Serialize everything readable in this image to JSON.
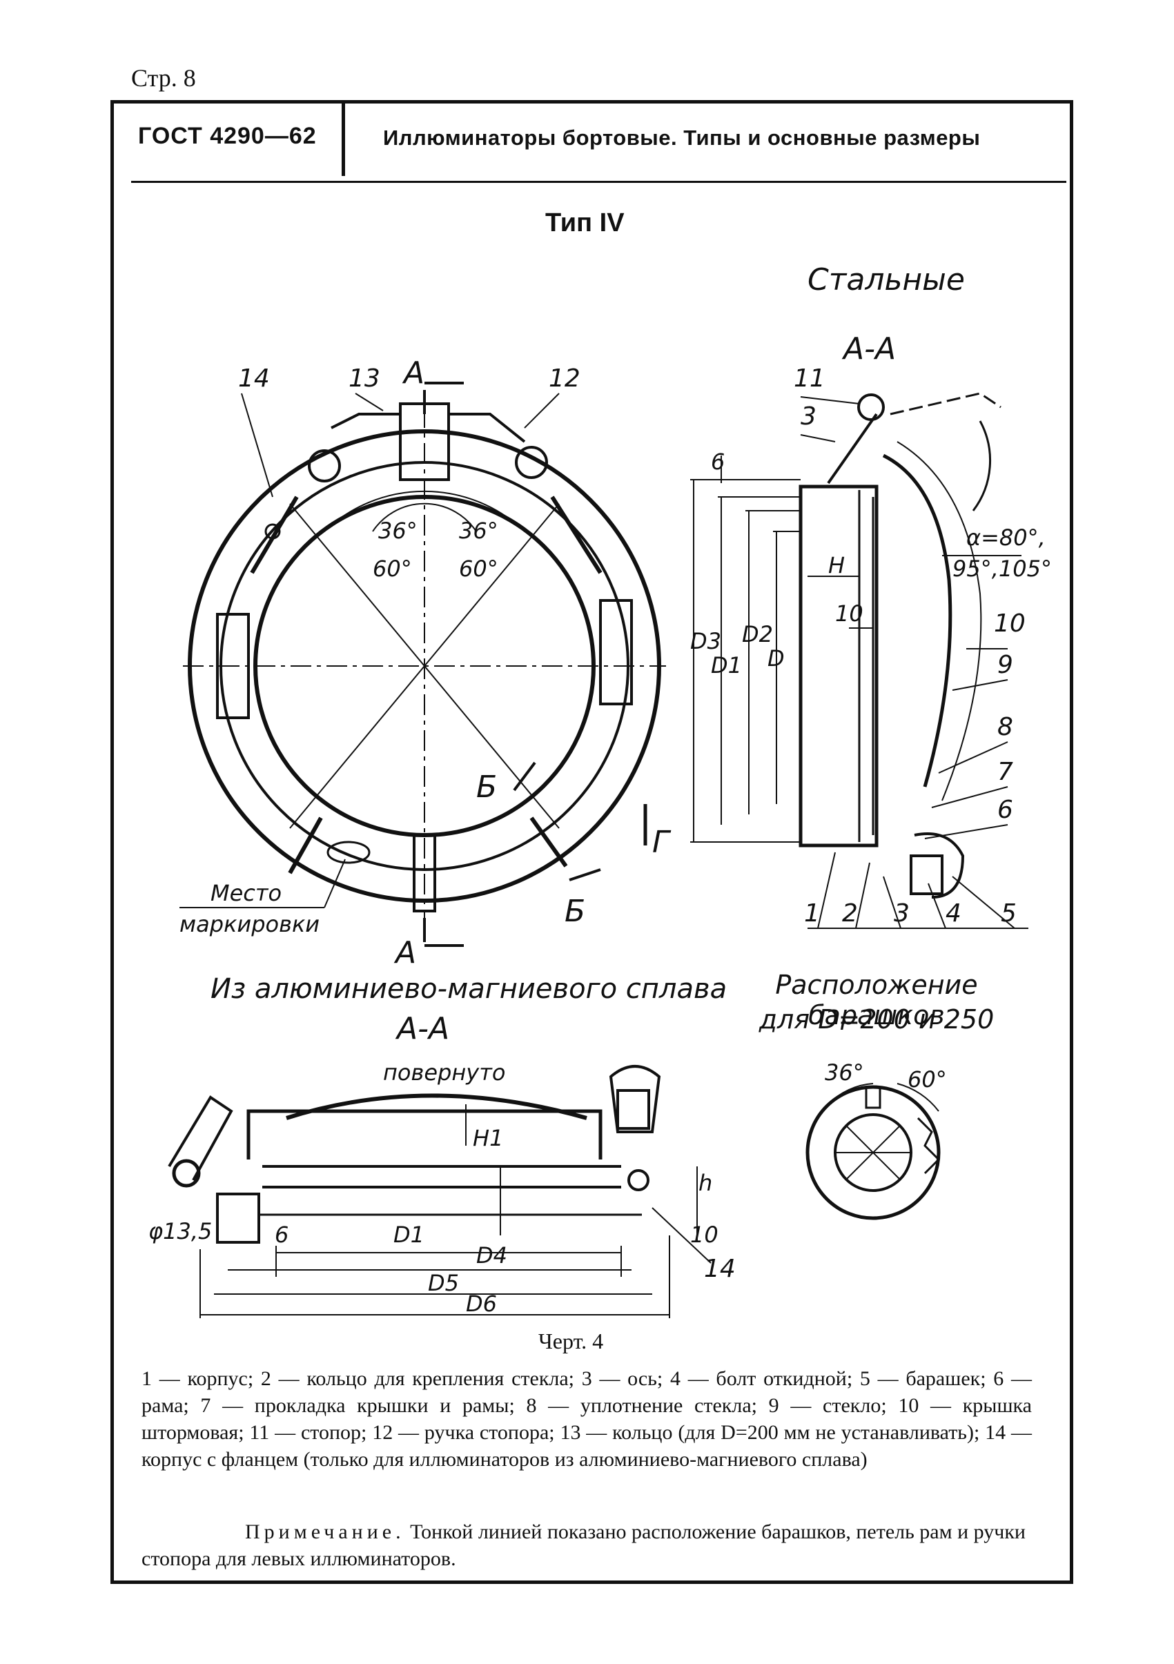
{
  "page": {
    "number": "Стр. 8"
  },
  "header": {
    "standard": "ГОСТ 4290—62",
    "title": "Иллюминаторы бортовые. Типы и основные размеры"
  },
  "type_title": "Тип IV",
  "labels": {
    "steel": "Стальные",
    "section_aa": "А-А",
    "alu": "Из алюминиево-магниевого сплава",
    "rotated": "повернуто",
    "layout_title": "Расположение барашков",
    "layout_sub": "для D=200 и 250",
    "marking_1": "Место",
    "marking_2": "маркировки"
  },
  "drawing_marks": {
    "section_a_top": "А",
    "section_a_bottom": "А",
    "section_b1": "Б",
    "section_b2": "Б",
    "view_g": "Г",
    "angle_36_left": "36°",
    "angle_36_right": "36°",
    "angle_60_left": "60°",
    "angle_60_right": "60°",
    "angle_36_small": "36°",
    "angle_60_small": "60°",
    "alpha": "α=80°,",
    "alpha_2": "95°,105°",
    "dim_D3": "D3",
    "dim_D1": "D1",
    "dim_D2": "D2",
    "dim_D": "D",
    "dim_H": "H",
    "dim_10": "10",
    "dim_6": "6",
    "dim_H1": "H1",
    "dim_h": "h",
    "dim_10b": "10",
    "dim_phi": "φ13,5",
    "dim_6b": "6",
    "dim_D1b": "D1",
    "dim_D4": "D4",
    "dim_D5": "D5",
    "dim_D6": "D6",
    "pos": [
      "14",
      "13",
      "12",
      "11",
      "3",
      "10",
      "9",
      "8",
      "7",
      "6",
      "1",
      "2",
      "3",
      "4",
      "5",
      "14"
    ]
  },
  "caption": "Черт. 4",
  "legend": "1 — корпус; 2 — кольцо для крепления стекла; 3 — ось; 4 — болт откидной; 5 — барашек; 6 — рама; 7 — прокладка крышки и рамы; 8 — уплотнение стекла; 9 — стекло; 10 — крышка штормовая; 11 — стопор; 12 — ручка стопора; 13 — кольцо (для D=200 мм не устанавливать); 14 — корпус с фланцем (только для иллюминаторов из алюминиево-магниевого сплава)",
  "note_head": "Примечание.",
  "note_body": " Тонкой линией показано расположение барашков, петель рам и ручки стопора для левых иллюминаторов."
}
